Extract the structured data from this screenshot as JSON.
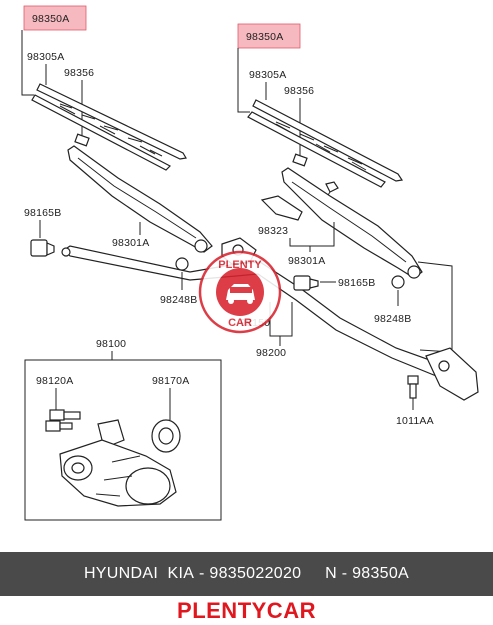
{
  "labels": {
    "left_assembly": "98350A",
    "left_blade": "98305A",
    "left_refill": "98356",
    "nut_left": "98165B",
    "left_arm": "98301A",
    "pivot_left": "98248B",
    "motor_assembly": "98100",
    "motor_bolt": "98120A",
    "motor_cover": "98170A",
    "right_assembly": "98350A",
    "right_blade": "98305A",
    "right_refill": "98356",
    "spoiler": "98323",
    "right_arm": "98301A",
    "nut_right": "98165B",
    "pivot_right": "98248B",
    "linkage_label": "98200",
    "linkage_hidden": "98150",
    "bolt": "1011AA"
  },
  "watermark": {
    "top_text": "PLENTY",
    "bottom_text": "CAR"
  },
  "banner": {
    "brand": "HYUNDAI  KIA",
    "sep": " - ",
    "part_number": "9835022020",
    "gap": "     ",
    "code": "N - 98350A"
  },
  "footer": {
    "brand": "PLENTYCAR"
  },
  "colors": {
    "highlight": "#f6b9bf",
    "banner_bg": "#4a4a4a",
    "brand_red": "#e0171f",
    "watermark_red": "#d9232e"
  }
}
